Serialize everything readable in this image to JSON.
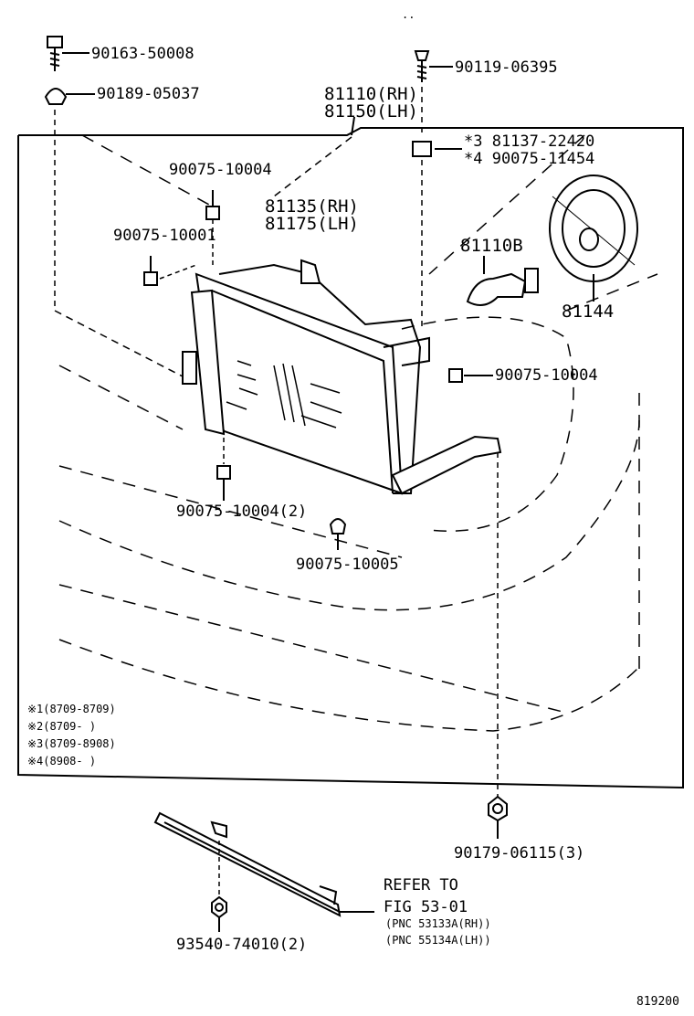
{
  "top_mark": "..",
  "parts": {
    "p90163": "90163-50008",
    "p90189": "90189-05037",
    "p90119": "90119-06395",
    "p81110_rh": "81110(RH)",
    "p81150_lh": "81150(LH)",
    "p81137": "*3  81137-22420",
    "p90075_11454": "*4  90075-11454",
    "p90075_10004_a": "90075-10004",
    "p81135_rh": "81135(RH)",
    "p81175_lh": "81175(LH)",
    "p90075_10001": "90075-10001",
    "p81110b": "81110B",
    "p81144": "81144",
    "p90075_10004_b": "90075-10004",
    "p90075_10004_2": "90075-10004(2)",
    "p90075_10005": "90075-10005",
    "p90179": "90179-06115(3)",
    "p93540": "93540-74010(2)"
  },
  "notes": [
    "※1(8709-8709)",
    "※2(8709-      )",
    "※3(8709-8908)",
    "※4(8908-      )"
  ],
  "refer": {
    "line1": "REFER TO",
    "line2": "FIG 53-01",
    "pnc_rh": "(PNC 53133A(RH))",
    "pnc_lh": "(PNC 55134A(LH))"
  },
  "figure_code": "819200"
}
